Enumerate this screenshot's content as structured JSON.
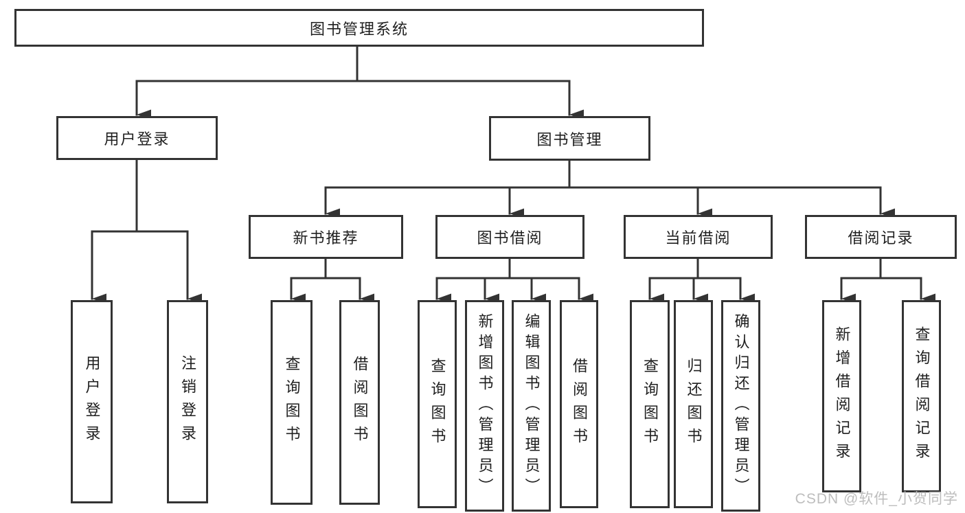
{
  "colors": {
    "line": "#333333",
    "text": "#1f1f1f",
    "box_bg": "#ffffff",
    "watermark": "#bdbdbd"
  },
  "watermark": {
    "text": "CSDN @软件_小贺同学"
  },
  "tree": {
    "root": "图书管理系统",
    "branches": [
      {
        "label": "用户登录",
        "children": [
          "用户登录",
          "注销登录"
        ]
      },
      {
        "label": "图书管理",
        "children": [
          {
            "label": "新书推荐",
            "children": [
              "查询图书",
              "借阅图书"
            ]
          },
          {
            "label": "图书借阅",
            "children": [
              "查询图书",
              "新增图书（管理员）",
              "编辑图书（管理员）",
              "借阅图书"
            ]
          },
          {
            "label": "当前借阅",
            "children": [
              "查询图书",
              "归还图书",
              "确认归还（管理员）"
            ]
          },
          {
            "label": "借阅记录",
            "children": [
              "新增借阅记录",
              "查询借阅记录"
            ]
          }
        ]
      }
    ]
  }
}
